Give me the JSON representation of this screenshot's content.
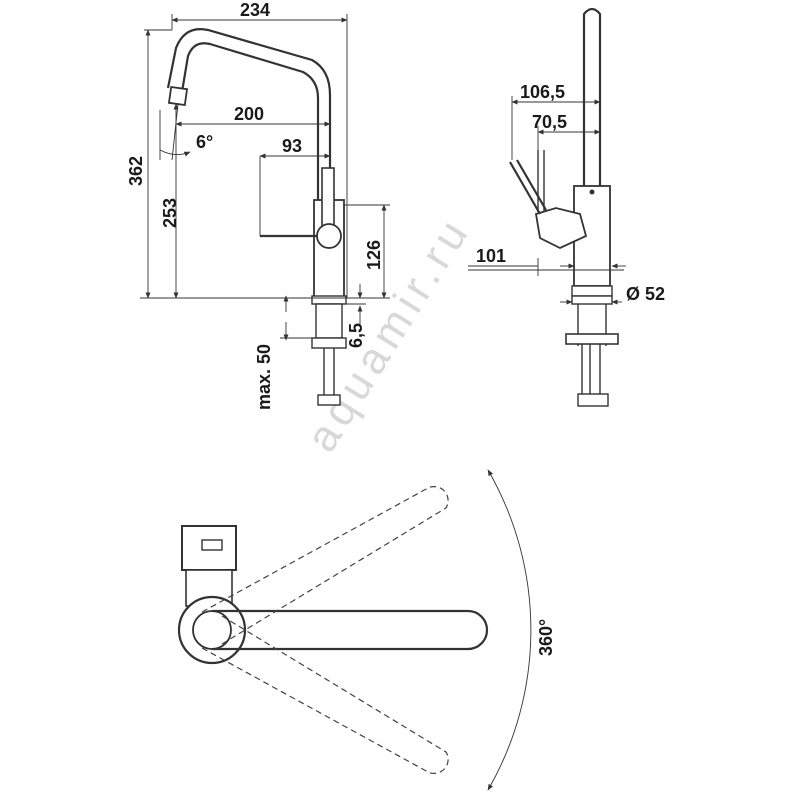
{
  "watermark": "aquamir.ru",
  "dimensions": {
    "front": {
      "width_234": "234",
      "reach_200": "200",
      "angle_6": "6°",
      "handle_93": "93",
      "height_362": "362",
      "height_253": "253",
      "height_126": "126",
      "base_6_5": "6,5",
      "max_50": "max. 50"
    },
    "side": {
      "d_106_5": "106,5",
      "d_70_5": "70,5",
      "d_101": "101",
      "diameter_52": "Ø 52"
    },
    "top": {
      "rotation_360": "360°"
    }
  }
}
